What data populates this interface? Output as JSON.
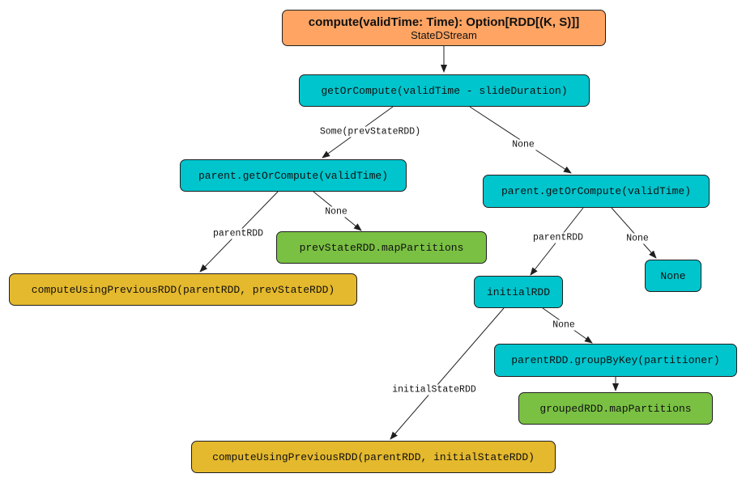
{
  "root": {
    "title": "compute(validTime: Time): Option[RDD[(K, S)]]",
    "subtitle": "StateDStream"
  },
  "nodes": {
    "get_or_compute": "getOrCompute(validTime - slideDuration)",
    "parent_left": "parent.getOrCompute(validTime)",
    "parent_right": "parent.getOrCompute(validTime)",
    "compute_prev_state": "computeUsingPreviousRDD(parentRDD, prevStateRDD)",
    "prev_state_map": "prevStateRDD.mapPartitions",
    "initial_rdd": "initialRDD",
    "none_result": "None",
    "group_by_key": "parentRDD.groupByKey(partitioner)",
    "grouped_map": "groupedRDD.mapPartitions",
    "compute_initial_state": "computeUsingPreviousRDD(parentRDD, initialStateRDD)"
  },
  "edges": {
    "some_prev_state": "Some(prevStateRDD)",
    "none_top": "None",
    "parent_rdd_left": "parentRDD",
    "none_left": "None",
    "parent_rdd_right": "parentRDD",
    "none_right": "None",
    "none_initial": "None",
    "initial_state_rdd": "initialStateRDD"
  },
  "colors": {
    "root": "#ffa463",
    "decision": "#00c5cd",
    "transform": "#7ac143",
    "result": "#e5b92d",
    "line": "#1f1f1f"
  }
}
